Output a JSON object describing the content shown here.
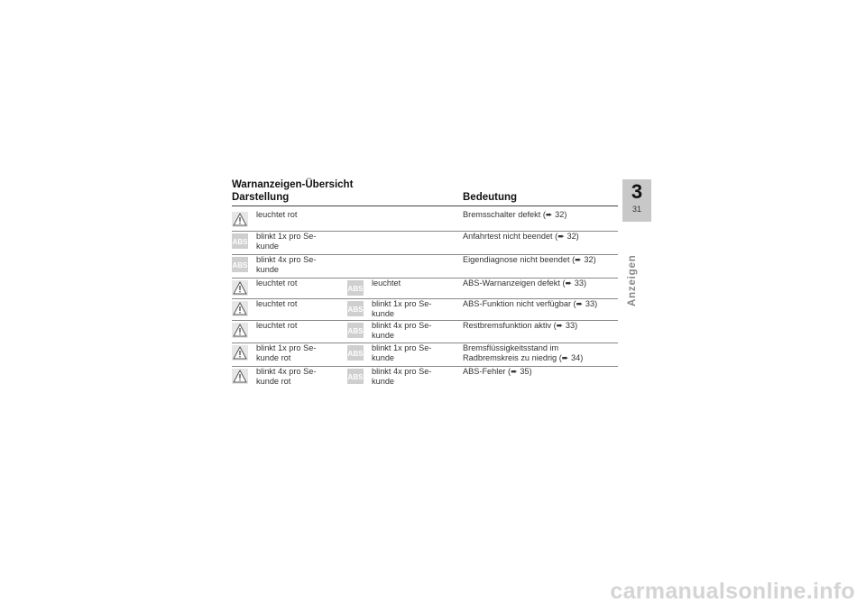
{
  "title": "Warnanzeigen-Übersicht",
  "headers": {
    "darstellung": "Darstellung",
    "bedeutung": "Bedeutung"
  },
  "side_tab": {
    "chapter": "3",
    "page": "31",
    "label": "Anzeigen"
  },
  "watermark": "carmanualsonline.info",
  "rows": [
    {
      "icon1": "warning-triangle-icon",
      "text1": "leuchtet rot",
      "icon2": "",
      "text2": "",
      "meaning": "Bremsschalter defekt (➨ 32)"
    },
    {
      "icon1": "abs-icon",
      "text1": "blinkt 1x pro Se-\nkunde",
      "icon2": "",
      "text2": "",
      "meaning": "Anfahrtest nicht beendet (➨ 32)"
    },
    {
      "icon1": "abs-icon",
      "text1": "blinkt 4x pro Se-\nkunde",
      "icon2": "",
      "text2": "",
      "meaning": "Eigendiagnose nicht beendet (➨ 32)"
    },
    {
      "icon1": "warning-triangle-icon",
      "text1": "leuchtet rot",
      "icon2": "abs-icon",
      "text2": "leuchtet",
      "meaning": "ABS-Warnanzeigen defekt (➨ 33)"
    },
    {
      "icon1": "warning-triangle-icon",
      "text1": "leuchtet rot",
      "icon2": "abs-icon",
      "text2": "blinkt 1x pro Se-\nkunde",
      "meaning": "ABS-Funktion nicht verfügbar (➨ 33)"
    },
    {
      "icon1": "warning-triangle-icon",
      "text1": "leuchtet rot",
      "icon2": "abs-icon",
      "text2": "blinkt 4x pro Se-\nkunde",
      "meaning": "Restbremsfunktion aktiv (➨ 33)"
    },
    {
      "icon1": "warning-triangle-icon",
      "text1": "blinkt 1x pro Se-\nkunde rot",
      "icon2": "abs-icon",
      "text2": "blinkt 1x pro Se-\nkunde",
      "meaning": "Bremsflüssigkeitsstand im\nRadbremskreis zu niedrig (➨ 34)"
    },
    {
      "icon1": "warning-triangle-icon",
      "text1": "blinkt 4x pro Se-\nkunde rot",
      "icon2": "abs-icon",
      "text2": "blinkt 4x pro Se-\nkunde",
      "meaning": "ABS-Fehler (➨ 35)"
    }
  ]
}
